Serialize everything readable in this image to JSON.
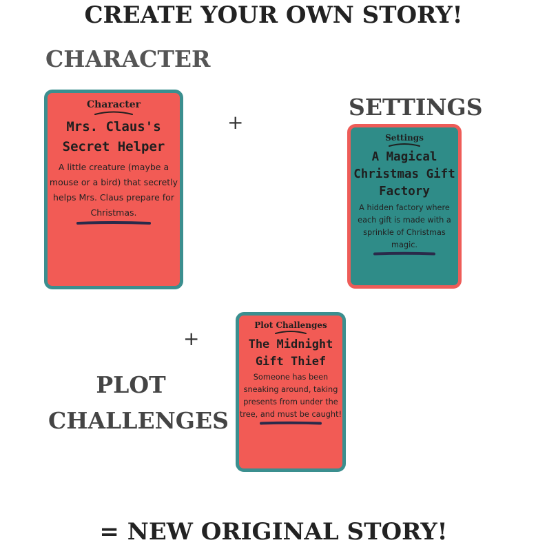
{
  "title": "CREATE YOUR OWN STORY!",
  "labels": {
    "character": "CHARACTER",
    "settings": "SETTINGS",
    "plot": "PLOT CHALLENGES"
  },
  "plus": "+",
  "footer": "= NEW ORIGINAL STORY!",
  "cards": {
    "character": {
      "category": "Character",
      "title": "Mrs. Claus's Secret Helper",
      "description": "A little creature (maybe a mouse or a bird) that secretly helps Mrs. Claus prepare for Christmas."
    },
    "settings": {
      "category": "Settings",
      "title": "A Magical Christmas Gift Factory",
      "description": "A hidden factory where each gift is made with a sprinkle of Christmas magic."
    },
    "plot": {
      "category": "Plot Challenges",
      "title": "The Midnight Gift Thief",
      "description": "Someone has been sneaking around, taking presents from under the tree, and must be caught!"
    }
  },
  "colors": {
    "coral": "#f25b55",
    "teal": "#2f8c88",
    "teal_border": "#3b8f8f",
    "coral_border": "#ee5c58",
    "ink": "#1f1f1f"
  }
}
